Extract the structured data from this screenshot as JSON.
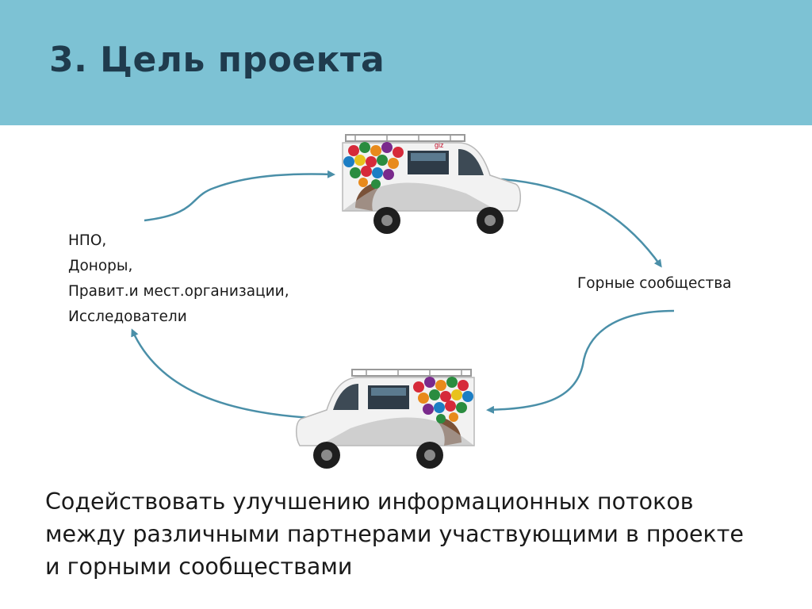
{
  "slide": {
    "title": "3. Цель проекта",
    "stakeholders": [
      "НПО,",
      "Доноры,",
      "Правит.и мест.организации,",
      "Исследователи"
    ],
    "communities": "Горные сообщества",
    "goal_lines": [
      "Содействовать улучшению информационных потоков",
      "между различными партнерами участвующими в проекте",
      "и горными сообществами"
    ],
    "van_logo_text": "giz"
  },
  "colors": {
    "header": "#7dc2d4",
    "title": "#1f3b4d",
    "arrow": "#4a8fa8",
    "van_body": "#f2f2f2"
  }
}
